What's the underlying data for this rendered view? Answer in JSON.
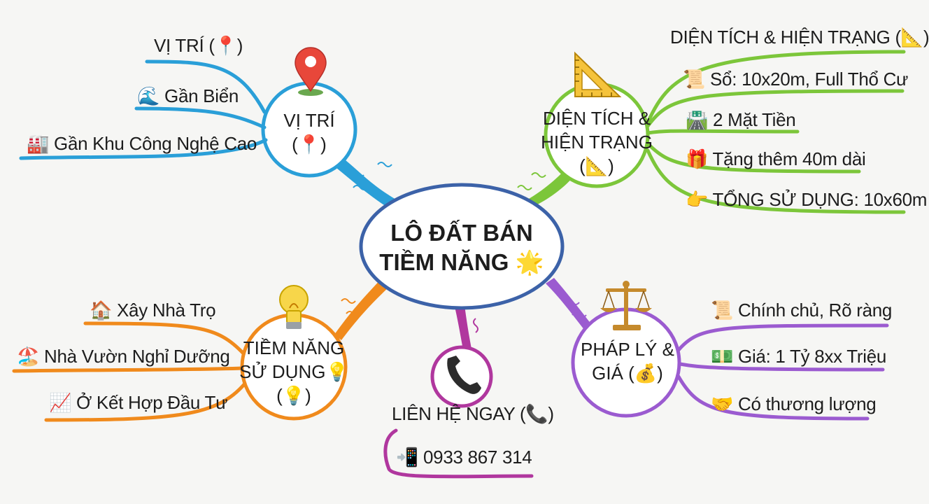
{
  "center": {
    "line1": "LÔ ĐẤT BÁN",
    "line2": "TIỀM NĂNG 🌟"
  },
  "branches": {
    "location": {
      "hub_line1": "VỊ TRÍ",
      "hub_line2": "(📍)",
      "header": "VỊ TRÍ (📍)",
      "items": [
        {
          "icon": "🌊",
          "text": "Gần Biển"
        },
        {
          "icon": "🏭",
          "text": "Gần Khu Công Nghệ Cao"
        }
      ],
      "color": "#2a9fd8"
    },
    "area": {
      "hub_line1": "DIỆN TÍCH &",
      "hub_line2": "HIỆN TRẠNG",
      "hub_line3": "(📐)",
      "header": "DIỆN TÍCH & HIỆN TRẠNG (📐)",
      "items": [
        {
          "icon": "📜",
          "text": "Sổ: 10x20m, Full Thổ Cư"
        },
        {
          "icon": "🛣️",
          "text": "2 Mặt Tiền"
        },
        {
          "icon": "🎁",
          "text": "Tặng thêm 40m dài"
        },
        {
          "icon": "👉",
          "text": "TỔNG SỬ DỤNG: 10x60m"
        }
      ],
      "color": "#7cc63a"
    },
    "potential": {
      "hub_line1": "TIỀM NĂNG",
      "hub_line2": "SỬ DỤNG💡",
      "hub_line3": "(💡)",
      "items": [
        {
          "icon": "🏠",
          "text": "Xây Nhà Trọ"
        },
        {
          "icon": "🏖️",
          "text": "Nhà Vườn Nghỉ Dưỡng"
        },
        {
          "icon": "📈",
          "text": "Ở Kết Hợp Đầu Tư"
        }
      ],
      "color": "#f08a1c"
    },
    "contact": {
      "header": "LIÊN HỆ NGAY (📞)",
      "phone_icon": "📲",
      "phone": "0933 867 314",
      "color": "#b0379e"
    },
    "legal": {
      "hub_line1": "PHÁP LÝ &",
      "hub_line2": "GIÁ (💰)",
      "items": [
        {
          "icon": "📜",
          "text": "Chính chủ, Rõ ràng"
        },
        {
          "icon": "💵",
          "text": "Giá: 1 Tỷ 8xx Triệu"
        },
        {
          "icon": "🤝",
          "text": "Có thương lượng"
        }
      ],
      "color": "#9b5bd0"
    }
  },
  "icons": {
    "location_hub": "map-pin-icon",
    "area_hub": "set-square-icon",
    "potential_hub": "light-bulb-icon",
    "contact_hub": "telephone-icon",
    "legal_hub": "balance-scale-icon"
  }
}
